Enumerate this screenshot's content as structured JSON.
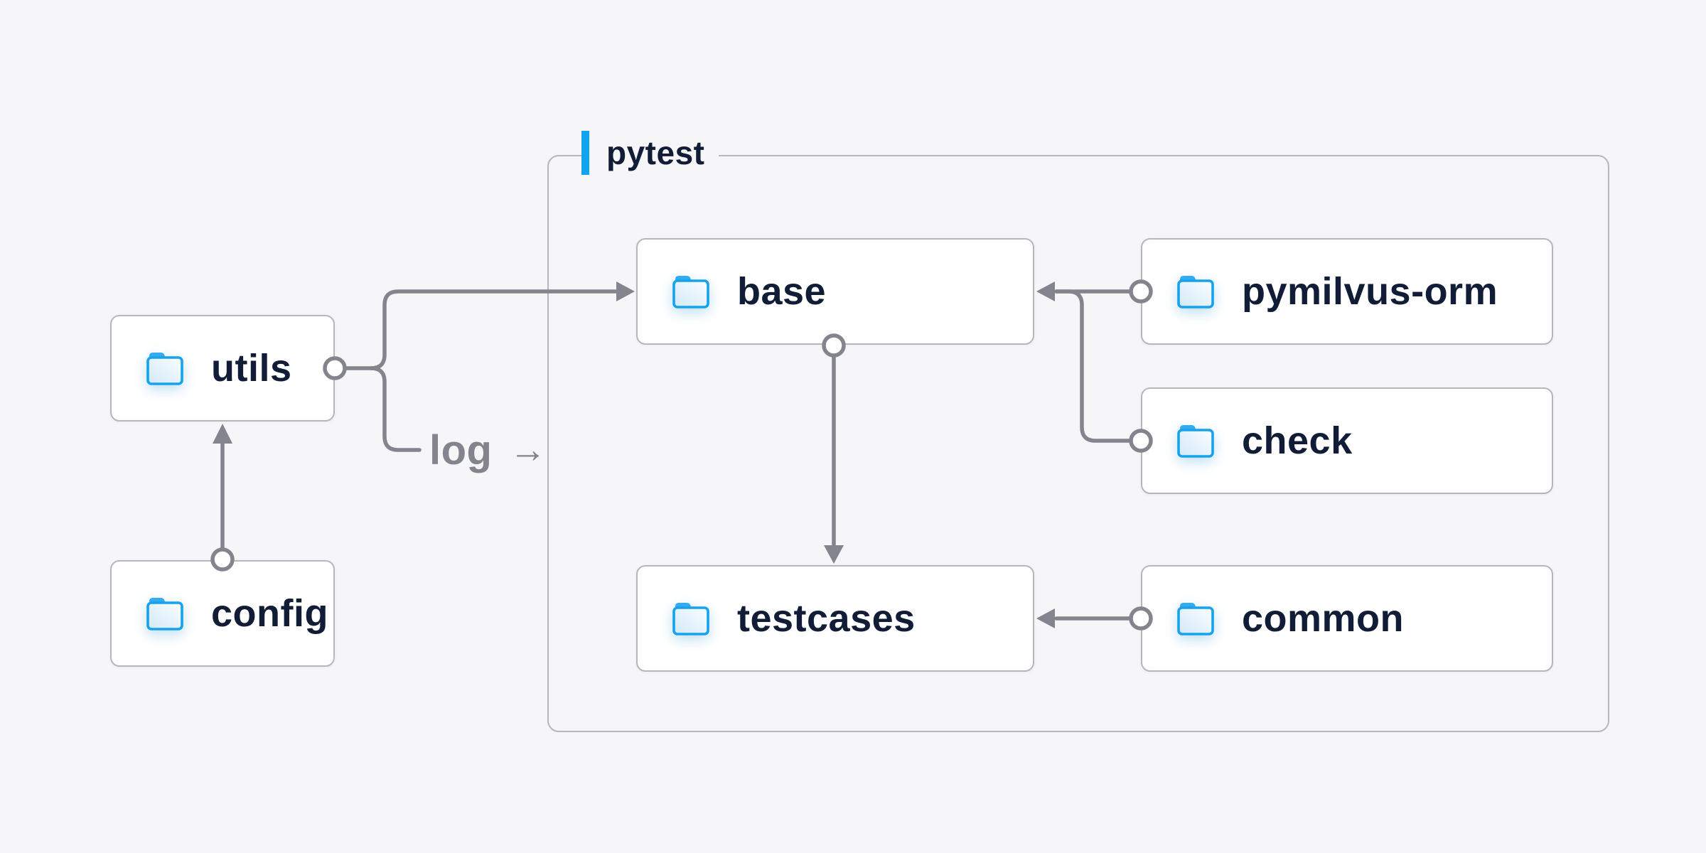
{
  "diagram": {
    "title_group": {
      "label": "pytest"
    },
    "nodes": {
      "utils": {
        "label": "utils",
        "icon": "folder-icon"
      },
      "config": {
        "label": "config",
        "icon": "folder-icon"
      },
      "base": {
        "label": "base",
        "icon": "folder-icon"
      },
      "pymilvus_orm": {
        "label": "pymilvus-orm",
        "icon": "folder-icon"
      },
      "check": {
        "label": "check",
        "icon": "folder-icon"
      },
      "testcases": {
        "label": "testcases",
        "icon": "folder-icon"
      },
      "common": {
        "label": "common",
        "icon": "folder-icon"
      }
    },
    "edges": [
      {
        "from": "config",
        "to": "utils"
      },
      {
        "from": "utils",
        "to": "base"
      },
      {
        "from": "utils",
        "to": "log",
        "label": "log"
      },
      {
        "from": "pymilvus-orm",
        "to": "base"
      },
      {
        "from": "check",
        "to": "base"
      },
      {
        "from": "base",
        "to": "testcases"
      },
      {
        "from": "common",
        "to": "testcases"
      }
    ],
    "log_edge": {
      "label": "log",
      "arrow_glyph": "→"
    },
    "colors": {
      "background": "#f6f6f8",
      "box_background": "#ffffff",
      "box_border": "#b6b6c1",
      "line_gray": "#84848e",
      "text_navy": "#111c36",
      "accent_blue": "#10a4ef",
      "folder_blue": "#17a2ec"
    }
  }
}
